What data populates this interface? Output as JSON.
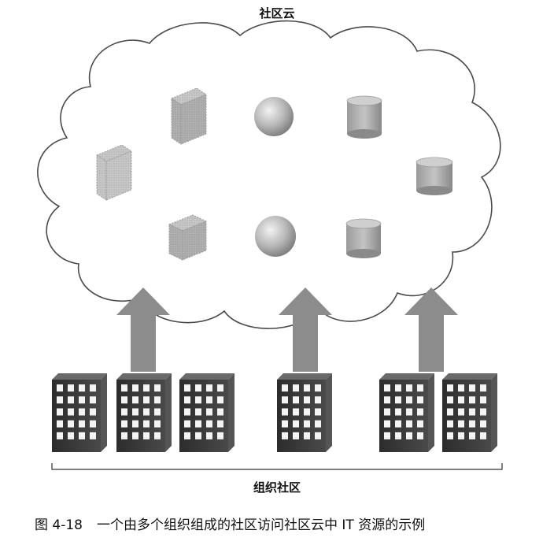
{
  "diagram": {
    "cloud_title": "社区云",
    "bottom_label": "组织社区",
    "caption_number": "图 4-18",
    "caption_text": "一个由多个组织组成的社区访问社区云中 IT 资源的示例",
    "cloud_resources": [
      {
        "kind": "cube"
      },
      {
        "kind": "sphere"
      },
      {
        "kind": "cylinder"
      },
      {
        "kind": "cube"
      },
      {
        "kind": "cylinder"
      },
      {
        "kind": "cube"
      },
      {
        "kind": "sphere"
      },
      {
        "kind": "cylinder"
      }
    ],
    "arrow_count": 3,
    "building_count": 6,
    "colors": {
      "cloud_stroke": "#4a4a4a",
      "arrow": "#8c8c8c",
      "building": "#3a3a3a",
      "resource_fill": "#b4b4b4"
    }
  }
}
